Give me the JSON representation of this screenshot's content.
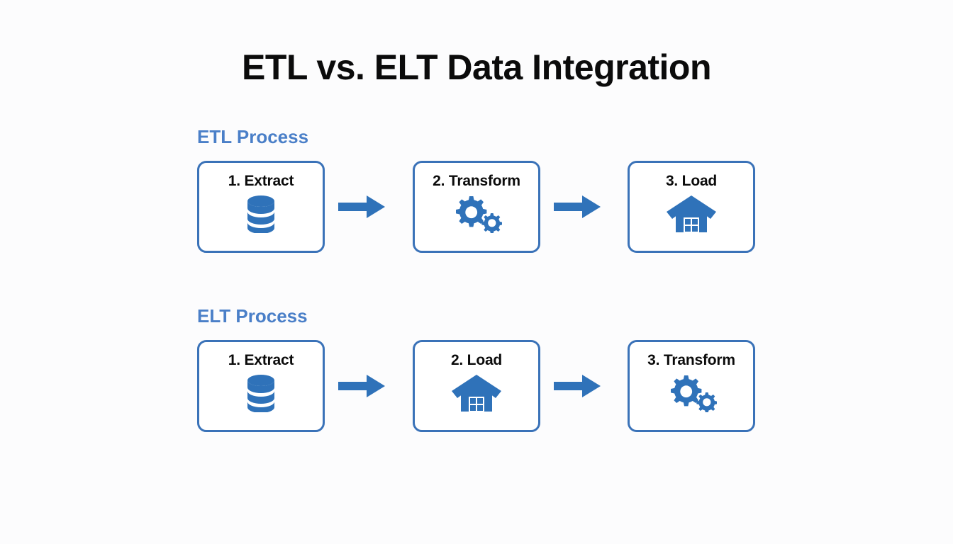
{
  "page": {
    "title": "ETL vs. ELT Data Integration",
    "background_color": "#fcfcfd"
  },
  "colors": {
    "accent_blue": "#3a72b8",
    "icon_blue": "#2f72b9",
    "heading_blue": "#4a7fc8",
    "text_black": "#0b0b0b",
    "box_fill": "#ffffff"
  },
  "processes": [
    {
      "heading": "ETL Process",
      "steps": [
        {
          "label": "1. Extract",
          "icon": "database-icon"
        },
        {
          "label": "2. Transform",
          "icon": "gears-icon"
        },
        {
          "label": "3. Load",
          "icon": "warehouse-icon"
        }
      ],
      "arrows": [
        {
          "icon": "arrow-right-icon"
        },
        {
          "icon": "arrow-right-icon"
        }
      ]
    },
    {
      "heading": "ELT Process",
      "steps": [
        {
          "label": "1. Extract",
          "icon": "database-icon"
        },
        {
          "label": "2. Load",
          "icon": "warehouse-icon"
        },
        {
          "label": "3. Transform",
          "icon": "gears-icon"
        }
      ],
      "arrows": [
        {
          "icon": "arrow-right-icon"
        },
        {
          "icon": "arrow-right-icon"
        }
      ]
    }
  ]
}
